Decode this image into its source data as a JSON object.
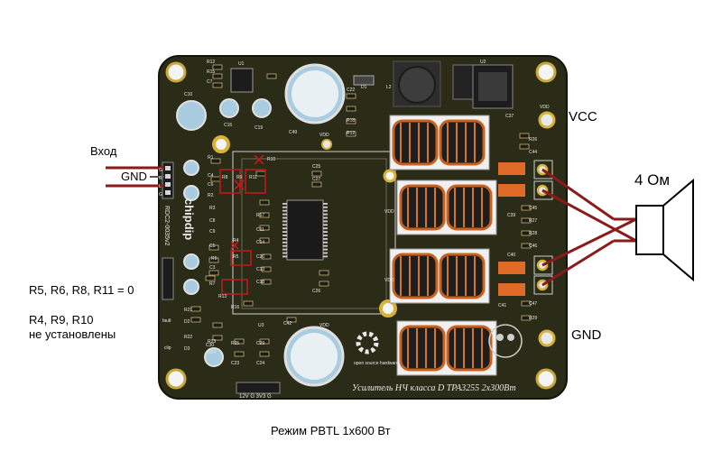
{
  "labels": {
    "input": "Вход",
    "gnd_left": "GND",
    "vcc": "VCC",
    "gnd_right": "GND",
    "load": "4 Ом",
    "resistors_zero": "R5, R6, R8, R11 = 0",
    "not_installed_1": "R4, R9, R10",
    "not_installed_2": "не установлены",
    "mode": "Режим PBTL 1x600 Вт"
  },
  "board": {
    "brand": "chipdip",
    "part_number": "RDC2-0035v2",
    "title": "Усилитель НЧ класса D TPA3255 2x300Вт",
    "oshw": "open source hardware",
    "connector_label": "12V G 3V3 G",
    "vdd": "VDD",
    "fault": "fault",
    "clip": "clip",
    "pins_left": [
      "G",
      "R",
      "L",
      "G"
    ],
    "components": {
      "r12": "R12",
      "r15": "R15",
      "c7": "C7",
      "u1": "U1",
      "c10": "C10",
      "c16": "C16",
      "c19": "C19",
      "d1": "D1",
      "l2": "L2",
      "u2": "U2",
      "c22": "C22",
      "r18": "R18",
      "r12b": "R12",
      "c49": "C49",
      "c37": "C37",
      "r26": "R26",
      "c44": "C44",
      "r1": "R1",
      "c4": "C4",
      "c6": "C6",
      "r2": "R2",
      "r10": "R10",
      "r8": "R8",
      "r9": "R9",
      "r11": "R11",
      "c25": "C25",
      "c27": "C27",
      "c45": "C45",
      "c39": "C39",
      "r27": "R27",
      "r28": "R28",
      "c46": "C46",
      "c40": "C40",
      "r4": "R4",
      "c5": "C5",
      "c3": "C3",
      "r5": "R5",
      "r6": "R6",
      "r7": "R7",
      "c41": "C41",
      "c47": "C47",
      "r29": "R29",
      "r21": "R21",
      "d2": "D2",
      "r22": "R22",
      "d3": "D3",
      "c30": "C30",
      "r16": "R16",
      "u3": "U3",
      "c42": "C42",
      "r25": "R25",
      "c29": "C29",
      "c23": "C23",
      "c24": "C24",
      "r3": "R3",
      "c8": "C8",
      "c9": "C9",
      "r13": "R13",
      "c20": "C20",
      "c13": "C13",
      "c18": "C18",
      "c26": "C26",
      "r17": "R17",
      "c14": "C14",
      "c11": "C11",
      "r23": "R23",
      "r24": "R24"
    }
  },
  "colors": {
    "pcb": "#2a2c18",
    "pcb_edge": "#1a1b0e",
    "gold": "#d6b23a",
    "cap_blue": "#a9cce0",
    "red_wire": "#8b1a1a",
    "orange_pad": "#e06a28",
    "highlight": "#c0181c",
    "silk": "#e8e8e8"
  }
}
